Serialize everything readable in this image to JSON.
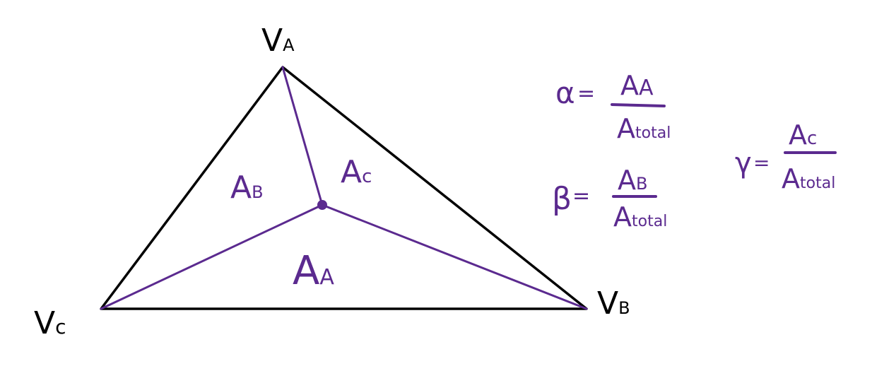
{
  "colors": {
    "outline": "#000000",
    "construction": "#5b2a8f",
    "background": "#ffffff"
  },
  "vertices": {
    "a": {
      "main": "V",
      "sub": "A"
    },
    "b": {
      "main": "V",
      "sub": "B"
    },
    "c": {
      "main": "V",
      "sub": "c"
    }
  },
  "regions": {
    "a": {
      "main": "A",
      "sub": "A"
    },
    "b": {
      "main": "A",
      "sub": "B"
    },
    "c": {
      "main": "A",
      "sub": "c"
    }
  },
  "formulas": {
    "alpha": {
      "symbol": "α",
      "eq": "=",
      "num_main": "A",
      "num_sub": "A",
      "den_main": "A",
      "den_sub": "total"
    },
    "beta": {
      "symbol": "β",
      "eq": "=",
      "num_main": "A",
      "num_sub": "B",
      "den_main": "A",
      "den_sub": "total"
    },
    "gamma": {
      "symbol": "γ",
      "eq": "=",
      "num_main": "A",
      "num_sub": "c",
      "den_main": "A",
      "den_sub": "total"
    }
  }
}
